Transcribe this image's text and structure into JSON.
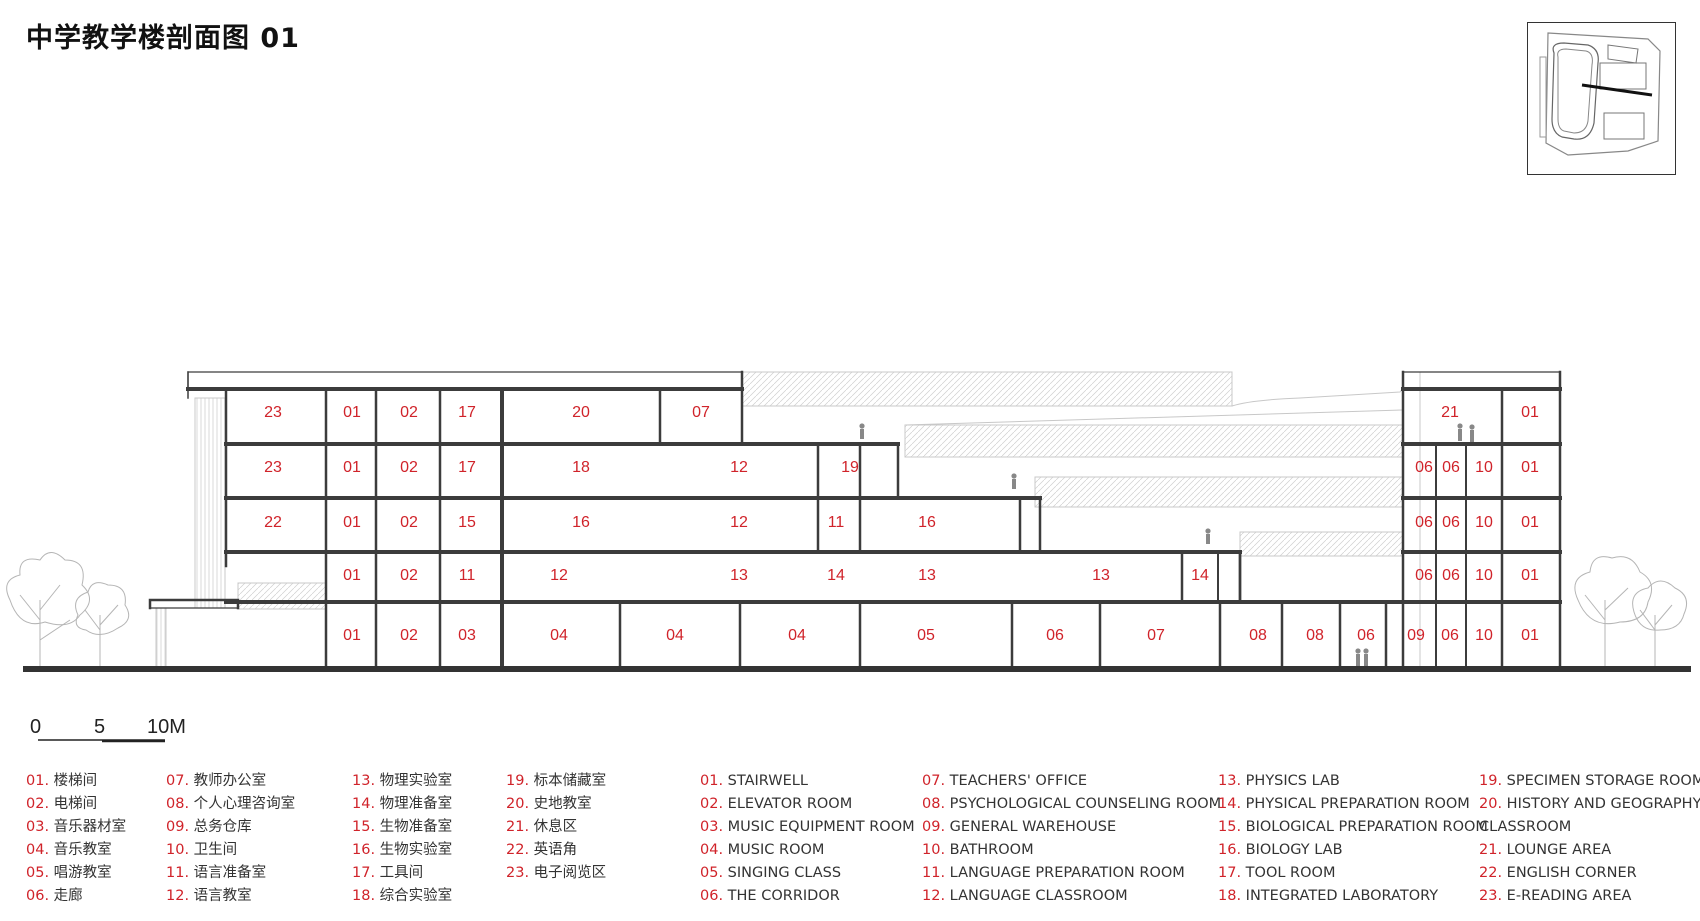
{
  "title": "中学教学楼剖面图 01",
  "scale": {
    "start": "0",
    "mid": "5",
    "end": "10M"
  },
  "rooms": [
    {
      "id": "r1",
      "label": "23"
    },
    {
      "id": "r2",
      "label": "01"
    },
    {
      "id": "r3",
      "label": "02"
    },
    {
      "id": "r4",
      "label": "17"
    },
    {
      "id": "r5",
      "label": "20"
    },
    {
      "id": "r6",
      "label": "07"
    },
    {
      "id": "r7",
      "label": "21"
    },
    {
      "id": "r8",
      "label": "01"
    },
    {
      "id": "r9",
      "label": "23"
    },
    {
      "id": "r10",
      "label": "01"
    },
    {
      "id": "r11",
      "label": "02"
    },
    {
      "id": "r12",
      "label": "17"
    },
    {
      "id": "r13",
      "label": "18"
    },
    {
      "id": "r14",
      "label": "12"
    },
    {
      "id": "r15",
      "label": "19"
    },
    {
      "id": "r16",
      "label": "06"
    },
    {
      "id": "r17",
      "label": "06"
    },
    {
      "id": "r18",
      "label": "10"
    },
    {
      "id": "r19",
      "label": "01"
    },
    {
      "id": "r20",
      "label": "22"
    },
    {
      "id": "r21",
      "label": "01"
    },
    {
      "id": "r22",
      "label": "02"
    },
    {
      "id": "r23",
      "label": "15"
    },
    {
      "id": "r24",
      "label": "16"
    },
    {
      "id": "r25",
      "label": "12"
    },
    {
      "id": "r26",
      "label": "11"
    },
    {
      "id": "r27",
      "label": "16"
    },
    {
      "id": "r28",
      "label": "06"
    },
    {
      "id": "r29",
      "label": "06"
    },
    {
      "id": "r30",
      "label": "10"
    },
    {
      "id": "r31",
      "label": "01"
    },
    {
      "id": "r32",
      "label": "01"
    },
    {
      "id": "r33",
      "label": "02"
    },
    {
      "id": "r34",
      "label": "11"
    },
    {
      "id": "r35",
      "label": "12"
    },
    {
      "id": "r36",
      "label": "13"
    },
    {
      "id": "r37",
      "label": "14"
    },
    {
      "id": "r38",
      "label": "13"
    },
    {
      "id": "r39",
      "label": "13"
    },
    {
      "id": "r40",
      "label": "14"
    },
    {
      "id": "r41",
      "label": "06"
    },
    {
      "id": "r42",
      "label": "06"
    },
    {
      "id": "r43",
      "label": "10"
    },
    {
      "id": "r44",
      "label": "01"
    },
    {
      "id": "r45",
      "label": "01"
    },
    {
      "id": "r46",
      "label": "02"
    },
    {
      "id": "r47",
      "label": "03"
    },
    {
      "id": "r48",
      "label": "04"
    },
    {
      "id": "r49",
      "label": "04"
    },
    {
      "id": "r50",
      "label": "04"
    },
    {
      "id": "r51",
      "label": "05"
    },
    {
      "id": "r52",
      "label": "06"
    },
    {
      "id": "r53",
      "label": "07"
    },
    {
      "id": "r54",
      "label": "08"
    },
    {
      "id": "r55",
      "label": "08"
    },
    {
      "id": "r56",
      "label": "06"
    },
    {
      "id": "r57",
      "label": "09"
    },
    {
      "id": "r58",
      "label": "06"
    },
    {
      "id": "r59",
      "label": "10"
    },
    {
      "id": "r60",
      "label": "01"
    }
  ],
  "legend_cn": [
    [
      {
        "num": "01.",
        "text": "楼梯间"
      },
      {
        "num": "02.",
        "text": "电梯间"
      },
      {
        "num": "03.",
        "text": "音乐器材室"
      },
      {
        "num": "04.",
        "text": "音乐教室"
      },
      {
        "num": "05.",
        "text": "唱游教室"
      },
      {
        "num": "06.",
        "text": "走廊"
      }
    ],
    [
      {
        "num": "07.",
        "text": "教师办公室"
      },
      {
        "num": "08.",
        "text": "个人心理咨询室"
      },
      {
        "num": "09.",
        "text": "总务仓库"
      },
      {
        "num": "10.",
        "text": "卫生间"
      },
      {
        "num": "11.",
        "text": "语言准备室"
      },
      {
        "num": "12.",
        "text": "语言教室"
      }
    ],
    [
      {
        "num": "13.",
        "text": "物理实验室"
      },
      {
        "num": "14.",
        "text": "物理准备室"
      },
      {
        "num": "15.",
        "text": "生物准备室"
      },
      {
        "num": "16.",
        "text": "生物实验室"
      },
      {
        "num": "17.",
        "text": "工具间"
      },
      {
        "num": "18.",
        "text": "综合实验室"
      }
    ],
    [
      {
        "num": "19.",
        "text": "标本储藏室"
      },
      {
        "num": "20.",
        "text": "史地教室"
      },
      {
        "num": "21.",
        "text": "休息区"
      },
      {
        "num": "22.",
        "text": "英语角"
      },
      {
        "num": "23.",
        "text": "电子阅览区"
      }
    ]
  ],
  "legend_en": [
    [
      {
        "num": "01.",
        "text": "STAIRWELL"
      },
      {
        "num": "02.",
        "text": "ELEVATOR ROOM"
      },
      {
        "num": "03.",
        "text": "MUSIC EQUIPMENT ROOM"
      },
      {
        "num": "04.",
        "text": "MUSIC ROOM"
      },
      {
        "num": "05.",
        "text": "SINGING CLASS"
      },
      {
        "num": "06.",
        "text": "THE CORRIDOR"
      }
    ],
    [
      {
        "num": "07.",
        "text": "TEACHERS' OFFICE"
      },
      {
        "num": "08.",
        "text": "PSYCHOLOGICAL COUNSELING ROOM"
      },
      {
        "num": "09.",
        "text": "GENERAL WAREHOUSE"
      },
      {
        "num": "10.",
        "text": "BATHROOM"
      },
      {
        "num": "11.",
        "text": "LANGUAGE PREPARATION ROOM"
      },
      {
        "num": "12.",
        "text": "LANGUAGE CLASSROOM"
      }
    ],
    [
      {
        "num": "13.",
        "text": "PHYSICS LAB"
      },
      {
        "num": "14.",
        "text": "PHYSICAL PREPARATION ROOM"
      },
      {
        "num": "15.",
        "text": "BIOLOGICAL PREPARATION ROOM"
      },
      {
        "num": "16.",
        "text": "BIOLOGY LAB"
      },
      {
        "num": "17.",
        "text": "TOOL ROOM"
      },
      {
        "num": "18.",
        "text": "INTEGRATED LABORATORY"
      }
    ],
    [
      {
        "num": "19.",
        "text": "SPECIMEN STORAGE ROOM"
      },
      {
        "num": "20.",
        "text": "HISTORY AND GEOGRAPHY"
      },
      {
        "num": "",
        "text": "CLASSROOM"
      },
      {
        "num": "21.",
        "text": "LOUNGE AREA"
      },
      {
        "num": "22.",
        "text": "ENGLISH CORNER"
      },
      {
        "num": "23.",
        "text": "E-READING AREA"
      }
    ]
  ],
  "colors": {
    "label": "#d0232a",
    "structure": "#3c3c3c",
    "ground": "#333333",
    "light_line": "#c8c8c8"
  }
}
